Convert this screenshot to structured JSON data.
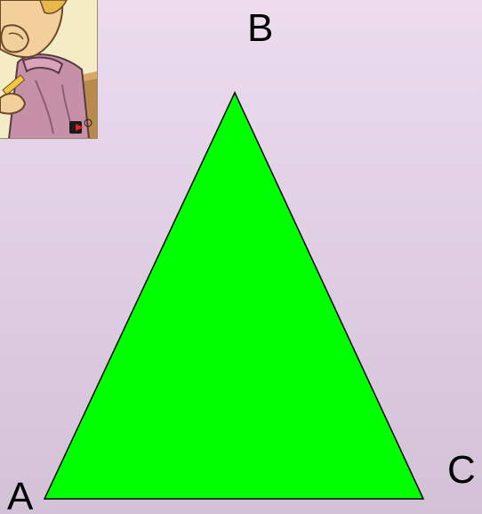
{
  "figure": {
    "labels": {
      "a": "A",
      "b": "B",
      "c": "C"
    },
    "triangle_fill": "#00ff00",
    "triangle_stroke": "#000000",
    "background_top": "#ecdcee",
    "background_bottom": "#d3c1d8"
  },
  "clipart": {
    "icon": "person-thinking-illustration"
  }
}
